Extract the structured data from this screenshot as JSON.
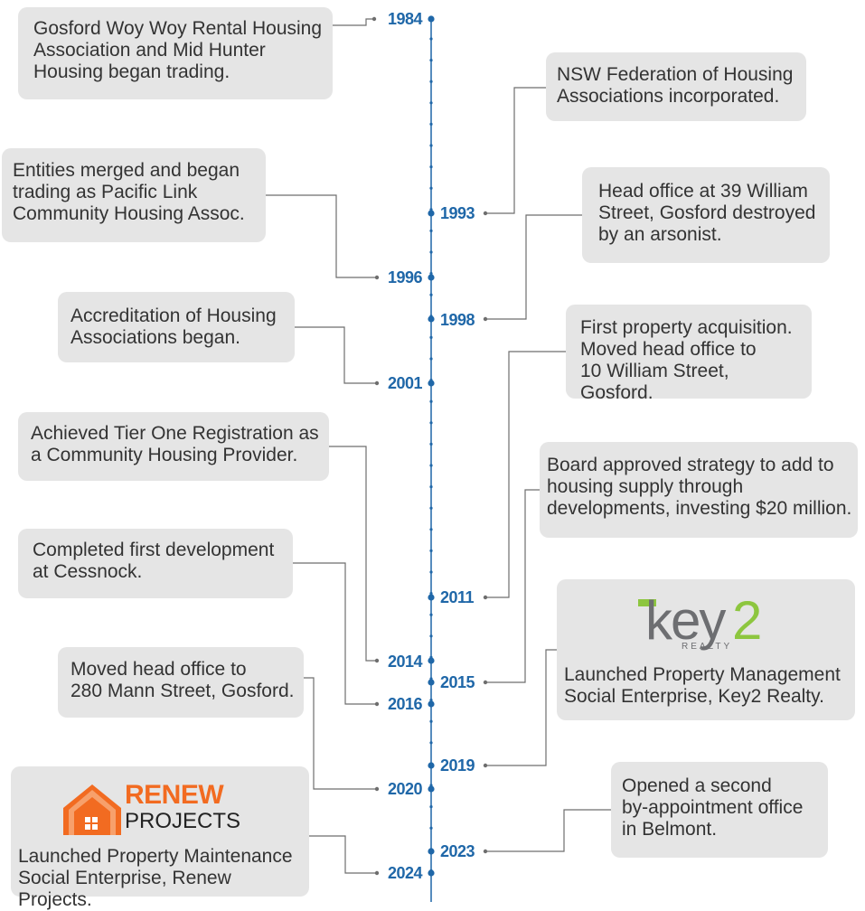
{
  "colors": {
    "axis": "#1f67a8",
    "year_text": "#1f67a8",
    "box_bg": "#e5e5e5",
    "connector": "#6e6e6e",
    "key2_green": "#8dc63f",
    "key2_gray": "#6d6e71",
    "renew_orange": "#f26b21"
  },
  "years": {
    "y1984": "1984",
    "y1993": "1993",
    "y1996": "1996",
    "y1998": "1998",
    "y2001": "2001",
    "y2011": "2011",
    "y2014": "2014",
    "y2015": "2015",
    "y2016": "2016",
    "y2019": "2019",
    "y2020": "2020",
    "y2023": "2023",
    "y2024": "2024"
  },
  "events": {
    "e1984": "Gosford Woy Woy Rental Housing\nAssociation and Mid Hunter\nHousing began trading.",
    "e1993": "NSW Federation of Housing\nAssociations incorporated.",
    "e1996": "Entities merged and began\ntrading as Pacific Link\nCommunity Housing Assoc.",
    "e1998": "Head office at 39 William\nStreet, Gosford destroyed\nby an arsonist.",
    "e2001": "Accreditation of Housing\nAssociations began.",
    "e2011": "First property acquisition.\nMoved head office to\n10 William Street, Gosford.",
    "e2014": "Achieved Tier One Registration as\na Community Housing Provider.",
    "e2015": "Board approved strategy to add to\nhousing supply through\ndevelopments, investing $20 million.",
    "e2016": "Completed first development\nat Cessnock.",
    "e2019": "Launched Property Management\nSocial Enterprise, Key2 Realty.",
    "e2020": "Moved head office to\n280 Mann Street, Gosford.",
    "e2023": "Opened a second\nby-appointment office\nin Belmont.",
    "e2024": "Launched Property Maintenance\nSocial Enterprise, Renew Projects."
  },
  "logos": {
    "key2": {
      "word": "key2",
      "sub": "REALTY"
    },
    "renew": {
      "line1": "RENEW",
      "line2": "PROJECTS"
    }
  }
}
